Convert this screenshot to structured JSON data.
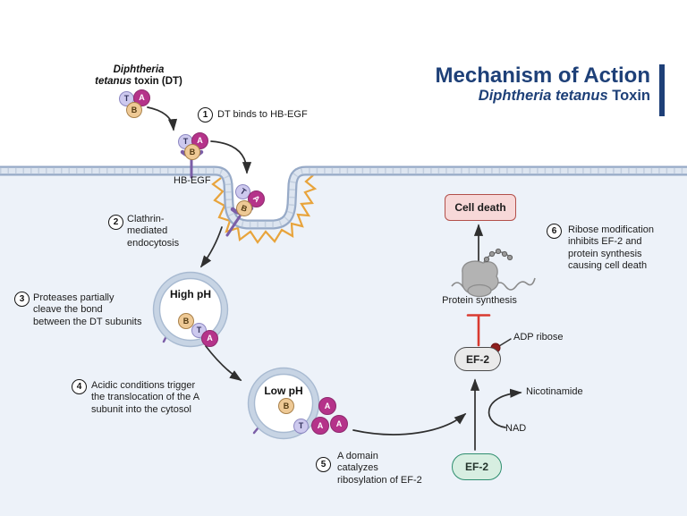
{
  "title": {
    "line1": "Mechanism of Action",
    "line2_italic": "Diphtheria tetanus",
    "line2_rest": " Toxin"
  },
  "toxin_label": {
    "line1": "Diphtheria",
    "line2_italic": "tetanus",
    "line2_rest": " toxin (DT)"
  },
  "subunits": {
    "t": "T",
    "a": "A",
    "b": "B"
  },
  "steps": [
    {
      "num": "1",
      "text": "DT binds to HB-EGF"
    },
    {
      "num": "2",
      "text": "Clathrin-\nmediated\nendocytosis"
    },
    {
      "num": "3",
      "text": "Proteases partially\ncleave the bond\nbetween the DT subunits"
    },
    {
      "num": "4",
      "text": "Acidic conditions trigger\nthe translocation of the A\nsubunit into the cytosol"
    },
    {
      "num": "5",
      "text": "A domain\ncatalyzes\nribosylation of EF-2"
    },
    {
      "num": "6",
      "text": "Ribose modification\ninhibits EF-2 and\nprotein synthesis\ncausing cell death"
    }
  ],
  "labels": {
    "hb_egf": "HB-EGF",
    "high_ph": "High pH",
    "low_ph": "Low pH",
    "protein_synthesis": "Protein synthesis",
    "cell_death": "Cell death",
    "ef2_modified": "EF-2",
    "ef2_free": "EF-2",
    "adp_ribose": "ADP ribose",
    "nicotinamide": "Nicotinamide",
    "nad": "NAD"
  },
  "colors": {
    "title_navy": "#1e4078",
    "cytosol_blue": "#edf2f9",
    "membrane_edge": "#97aac7",
    "membrane_fill": "#dde5f0",
    "clathrin_orange": "#e8a43c",
    "subunit_t_lavender": "#cdc9ee",
    "subunit_a_magenta": "#b5338a",
    "subunit_b_tan": "#eec995",
    "receptor_purple": "#7b5ea7",
    "vesicle_ring": "#c7d4e4",
    "cell_death_fill": "#f7d8d8",
    "cell_death_border": "#b2504b",
    "ef2_green_fill": "#d7eee1",
    "ef2_green_border": "#2e8e6f",
    "ef2_gray_fill": "#eaeaea",
    "inhibit_red": "#d93a30",
    "adp_dot_dark_red": "#8e1f1f",
    "ribosome_gray": "#b3b3b3"
  }
}
